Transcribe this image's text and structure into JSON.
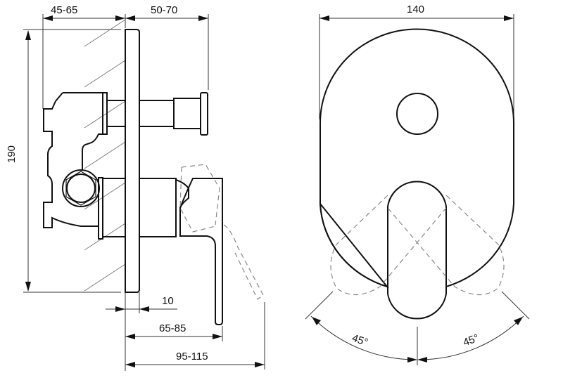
{
  "side_view": {
    "dimensions": {
      "depth_behind_wall": "45-65",
      "depth_front_stem": "50-70",
      "height": "190",
      "plate_thickness": "10",
      "lever_projection": "65-85",
      "lever_max_projection": "95-115"
    }
  },
  "front_view": {
    "dimensions": {
      "width": "140",
      "rotation_left": "45°",
      "rotation_right": "45°"
    }
  }
}
